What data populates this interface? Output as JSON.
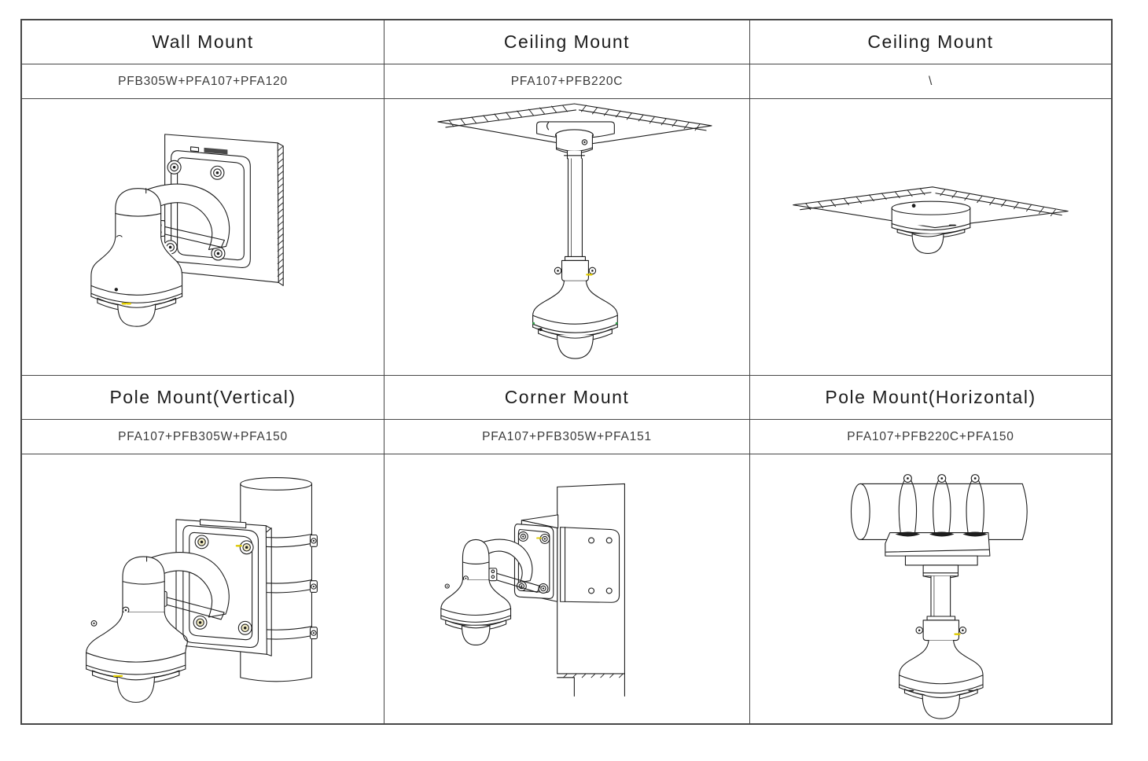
{
  "table": {
    "grid_color": "#474747",
    "line_color": "#1d1d1d",
    "accent_yellow": "#e0cb00",
    "accent_green": "#2f9e49",
    "cells": [
      {
        "title": "Wall Mount",
        "models": "PFB305W+PFA107+PFA120",
        "illustration": "wall-mount-camera-drawing"
      },
      {
        "title": "Ceiling Mount",
        "models": "PFA107+PFB220C",
        "illustration": "ceiling-pole-mount-camera-drawing"
      },
      {
        "title": "Ceiling Mount",
        "models": "\\",
        "illustration": "ceiling-direct-mount-camera-drawing"
      },
      {
        "title": "Pole Mount(Vertical)",
        "models": "PFA107+PFB305W+PFA150",
        "illustration": "vertical-pole-mount-camera-drawing"
      },
      {
        "title": "Corner Mount",
        "models": "PFA107+PFB305W+PFA151",
        "illustration": "corner-mount-camera-drawing"
      },
      {
        "title": "Pole Mount(Horizontal)",
        "models": "PFA107+PFB220C+PFA150",
        "illustration": "horizontal-pole-mount-camera-drawing"
      }
    ]
  }
}
